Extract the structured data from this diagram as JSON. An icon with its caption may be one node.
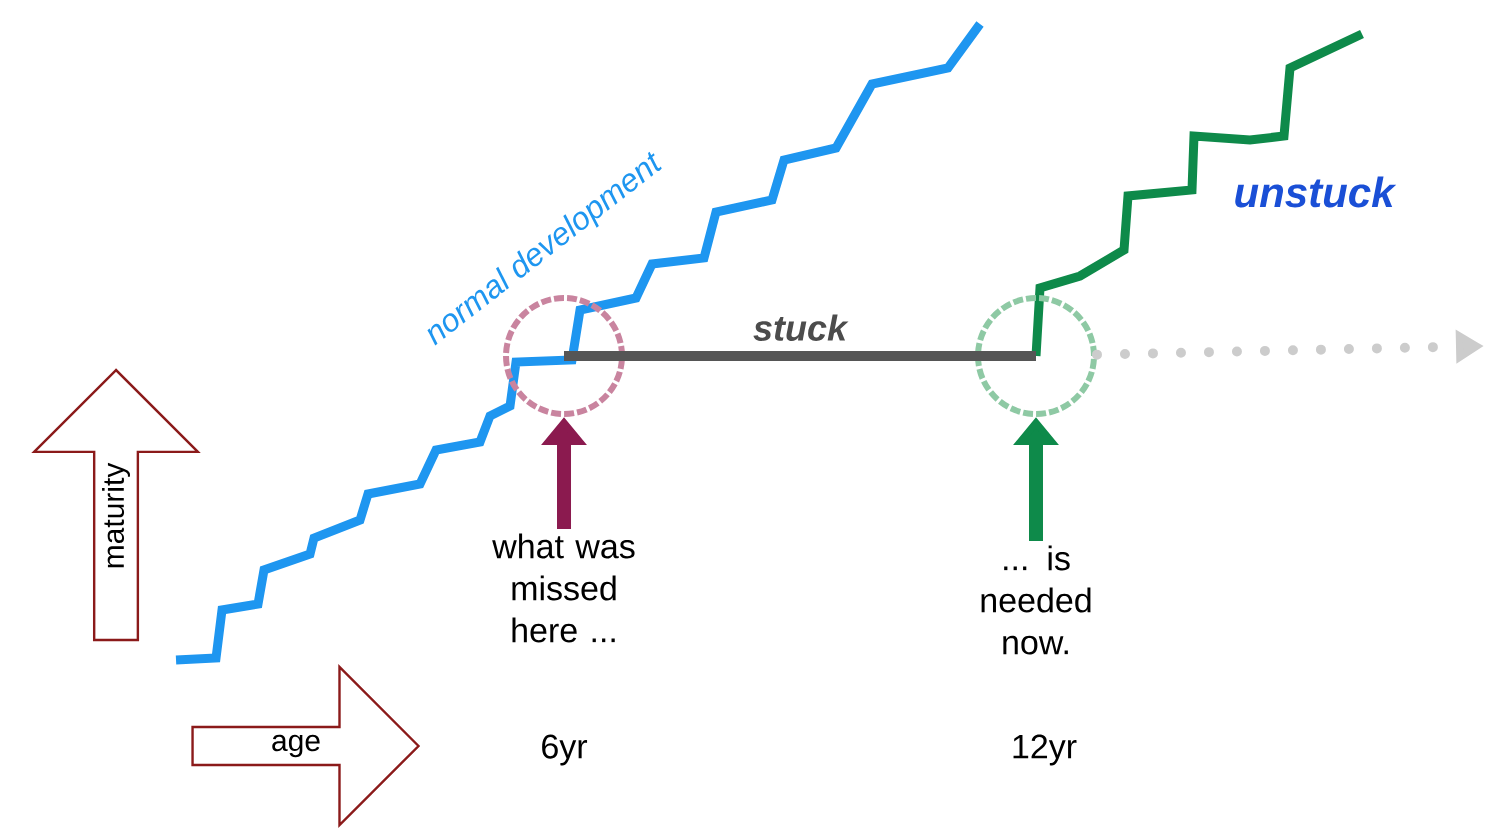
{
  "diagram": {
    "nodes": [
      {
        "text": [],
        "shape": "circle"
      },
      {
        "text": [],
        "shape": "circle"
      },
      {
        "text": [
          "maturity"
        ]
      },
      {
        "text": [
          "what was missed here ..."
        ]
      },
      {
        "text": [
          "... is needed now."
        ]
      },
      {
        "text": [
          "age"
        ]
      }
    ],
    "edges": [
      {
        "from": 3,
        "to": 0,
        "arrow": "to",
        "color": "#8b1a4f"
      },
      {
        "from": 4,
        "to": 1,
        "arrow": "to",
        "color": "#0e8a4a"
      },
      {
        "from": 0,
        "to": 1,
        "arrow": "none",
        "label": "stuck",
        "color": "#555555"
      },
      {
        "from": 1,
        "to": null,
        "arrow": "to",
        "style": "dashed",
        "color": "#cccccc"
      }
    ],
    "labels": [
      "normal development",
      "unstuck",
      "6yr",
      "12yr"
    ]
  }
}
